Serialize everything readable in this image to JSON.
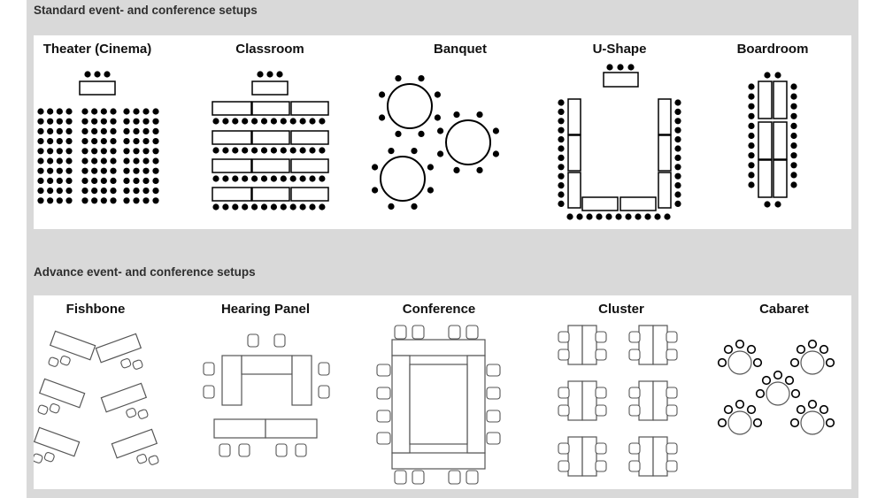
{
  "sections": [
    {
      "title": "Standard event- and conference setups",
      "layouts": [
        "Theater (Cinema)",
        "Classroom",
        "Banquet",
        "U-Shape",
        "Boardroom"
      ]
    },
    {
      "title": "Advance event- and conference setups",
      "layouts": [
        "Fishbone",
        "Hearing Panel",
        "Conference",
        "Cluster",
        "Cabaret"
      ]
    }
  ],
  "colors": {
    "frame": "#d9d9d9",
    "panel": "#ffffff",
    "ink": "#000000",
    "outline": "#555555"
  }
}
